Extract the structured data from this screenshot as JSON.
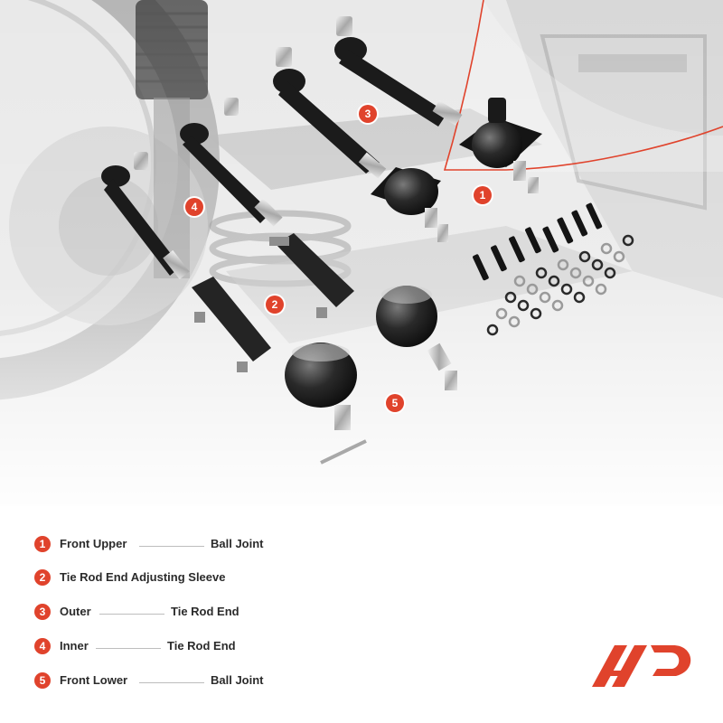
{
  "callouts": [
    {
      "number": "1"
    },
    {
      "number": "2"
    },
    {
      "number": "3"
    },
    {
      "number": "4"
    },
    {
      "number": "5"
    }
  ],
  "legend": [
    {
      "number": "1",
      "left_text": "Front Upper",
      "right_text": "Ball Joint"
    },
    {
      "number": "2",
      "left_text": "Tie Rod End Adjusting Sleeve",
      "right_text": ""
    },
    {
      "number": "3",
      "left_text": "Outer",
      "right_text": "Tie Rod End"
    },
    {
      "number": "4",
      "left_text": "Inner",
      "right_text": "Tie Rod End"
    },
    {
      "number": "5",
      "left_text": "Front Lower",
      "right_text": "Ball Joint"
    }
  ],
  "colors": {
    "accent": "#e0432c",
    "part_dark": "#1c1c1c",
    "metal": "#bfbfbf",
    "background_gray": "#d6d6d6"
  },
  "icons": [
    "brand-logo-icon"
  ]
}
